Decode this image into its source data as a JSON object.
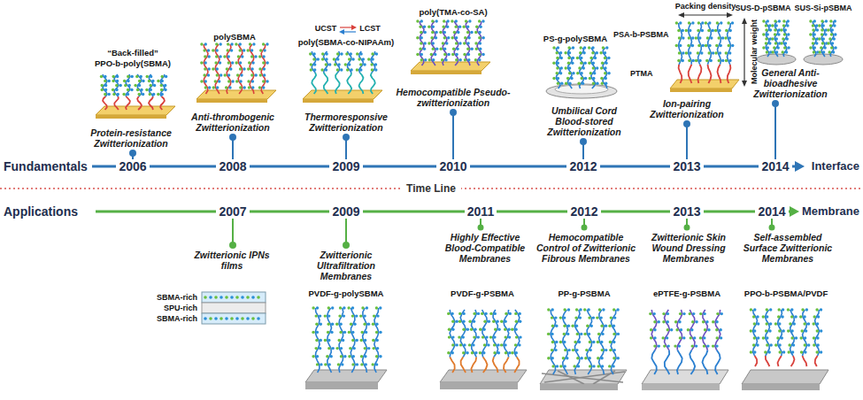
{
  "diagram": {
    "labels": [
      "Fundamentals",
      "2006",
      "2008",
      "2009",
      "2010",
      "2012",
      "2013",
      "2014",
      "Interface",
      "Time Line",
      "Applications",
      "2007",
      "2009",
      "2011",
      "2012",
      "2013",
      "2014",
      "Membrane",
      "“Back-filled”",
      "PPO-b-poly(SBMA)",
      "Protein-resistance Zwitterionization",
      "polySBMA",
      "Anti-thrombogenic Zwitterionization",
      "UCST",
      "LCST",
      "poly(SBMA-co-NIPAAm)",
      "Thermoresponsive Zwitterionization",
      "poly(TMA-co-SA)",
      "Hemocompatible Pseudo-zwitterionization",
      "PS-g-polySBMA",
      "Umbilical Cord Blood-stored Zwitterionization",
      "Packing density",
      "PSA-b-PSBMA",
      "PTMA",
      "Molecular weight",
      "Ion-pairing Zwitterionization",
      "SUS-D-pSBMA",
      "SUS-Si-pSBMA",
      "General Anti-bioadhesive Zwitterionization",
      "Zwitterionic IPNs films",
      "SBMA-rich",
      "SPU-rich",
      "SBMA-rich",
      "Zwitterionic Ultrafiltration Membranes",
      "PVDF-g-polySBMA",
      "Highly Effective Blood-Compatible Membranes",
      "PVDF-g-PSBMA",
      "Hemocompatible Control of Zwitterionic Fibrous Membranes",
      "PP-g-PSBMA",
      "Zwitterionic Skin Wound Dressing Membranes",
      "ePTFE-g-PSBMA",
      "Self-assembled Surface Zwitterionic Membranes",
      "PPO-b-PSBMA/PVDF"
    ]
  }
}
